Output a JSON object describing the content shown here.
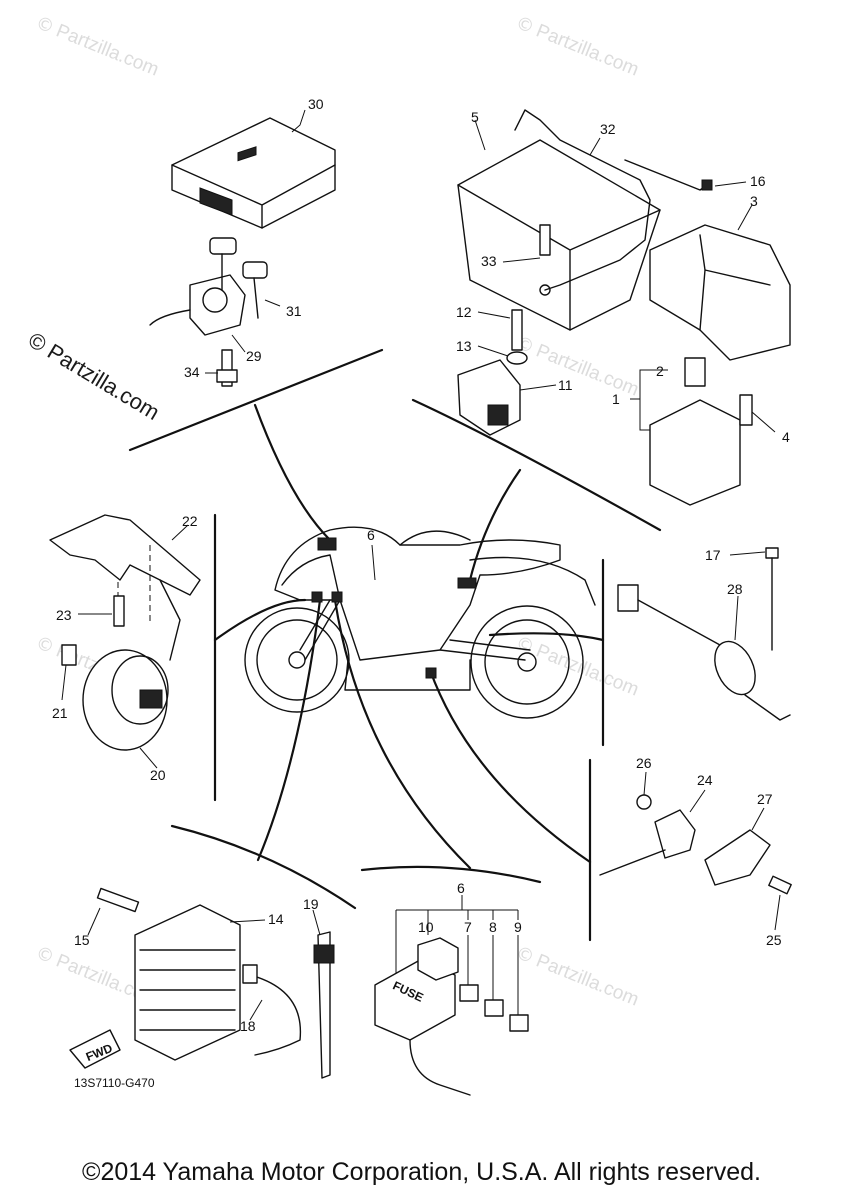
{
  "watermark": {
    "faint_text": "Partzilla.com",
    "symbol": "©",
    "main_text": "© Partzilla.com"
  },
  "drawing_code": "13S7110-G470",
  "fwd_label": "FWD",
  "fuse_label": "FUSE",
  "copyright": "©2014 Yamaha Motor Corporation, U.S.A. All rights reserved.",
  "callouts": {
    "c1": "1",
    "c2": "2",
    "c3": "3",
    "c4": "4",
    "c5": "5",
    "c6a": "6",
    "c6b": "6",
    "c7": "7",
    "c8": "8",
    "c9": "9",
    "c10": "10",
    "c11": "11",
    "c12": "12",
    "c13": "13",
    "c14": "14",
    "c15": "15",
    "c16": "16",
    "c17": "17",
    "c18": "18",
    "c19": "19",
    "c20": "20",
    "c21": "21",
    "c22": "22",
    "c23": "23",
    "c24": "24",
    "c25": "25",
    "c26": "26",
    "c27": "27",
    "c28": "28",
    "c29": "29",
    "c30": "30",
    "c31": "31",
    "c32": "32",
    "c33": "33",
    "c34": "34"
  }
}
